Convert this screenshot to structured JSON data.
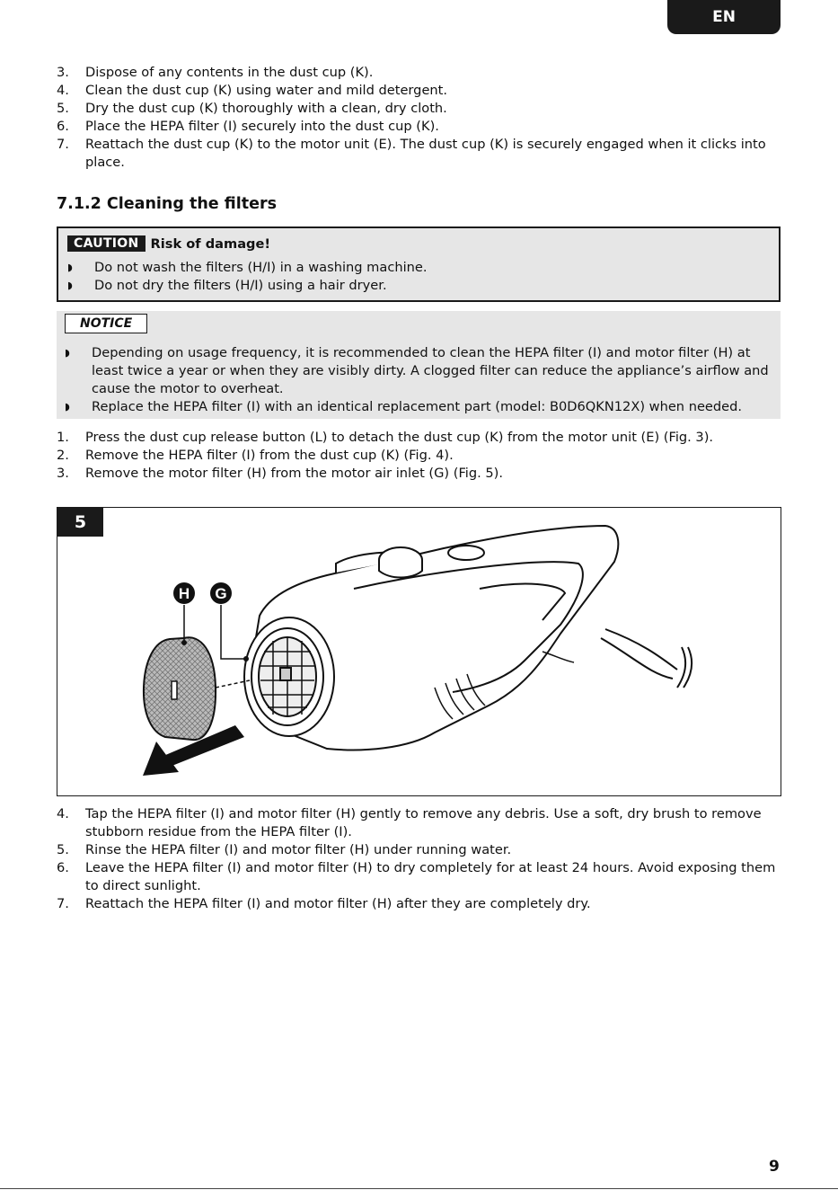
{
  "header": {
    "lang": "EN"
  },
  "steps_top": [
    {
      "num": "3.",
      "text": "Dispose of any contents in the dust cup (K)."
    },
    {
      "num": "4.",
      "text": "Clean the dust cup (K) using water and mild detergent."
    },
    {
      "num": "5.",
      "text": "Dry the dust cup (K) thoroughly with a clean, dry cloth."
    },
    {
      "num": "6.",
      "text": "Place the HEPA filter (I) securely into the dust cup (K)."
    },
    {
      "num": "7.",
      "text": "Reattach the dust cup (K) to the motor unit (E). The dust cup (K) is securely engaged when it clicks into place."
    }
  ],
  "section": {
    "title": "7.1.2 Cleaning the filters"
  },
  "caution": {
    "badge": "CAUTION",
    "title": "Risk of damage!",
    "items": [
      "Do not wash the filters (H/I) in a washing machine.",
      "Do not dry the filters (H/I) using a hair dryer."
    ]
  },
  "notice": {
    "badge": "NOTICE",
    "items": [
      "Depending on usage frequency, it is recommended to clean the HEPA filter (I) and motor filter (H) at least twice a year or when they are visibly dirty. A clogged filter can reduce the appliance’s airflow and cause the motor to overheat.",
      "Replace the HEPA filter (I) with an identical replacement part (model: B0D6QKN12X) when needed."
    ]
  },
  "steps_mid": [
    {
      "num": "1.",
      "text": "Press the dust cup release button (L) to detach the dust cup (K) from the motor unit (E) (Fig. 3)."
    },
    {
      "num": "2.",
      "text": "Remove the HEPA filter (I) from the dust cup (K) (Fig. 4)."
    },
    {
      "num": "3.",
      "text": "Remove the motor filter (H) from the motor air inlet (G) (Fig. 5)."
    }
  ],
  "figure": {
    "number": "5",
    "callout_h": "H",
    "callout_g": "G"
  },
  "steps_bottom": [
    {
      "num": "4.",
      "text": "Tap the HEPA filter (I) and motor filter (H) gently to remove any debris. Use a soft, dry brush to remove stubborn residue from the HEPA filter (I)."
    },
    {
      "num": "5.",
      "text": "Rinse the HEPA filter (I) and motor filter (H) under running water."
    },
    {
      "num": "6.",
      "text": "Leave the HEPA filter (I) and motor filter (H) to dry completely for at least 24 hours. Avoid exposing them to direct sunlight."
    },
    {
      "num": "7.",
      "text": "Reattach the HEPA filter (I) and motor filter (H) after they are completely dry."
    }
  ],
  "footer": {
    "page": "9"
  },
  "icons": {
    "bullet": "triangle-bullet-icon"
  }
}
